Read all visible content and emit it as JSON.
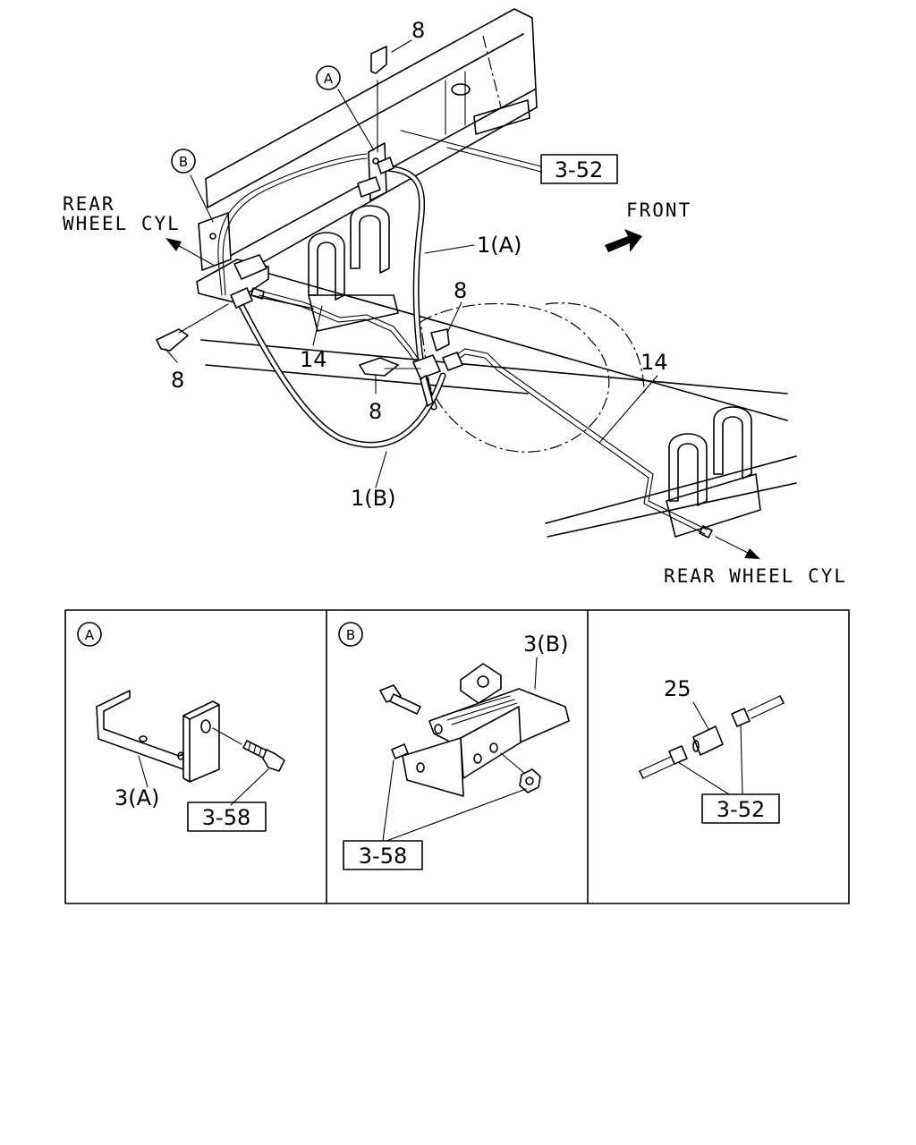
{
  "labels": {
    "callout_a": "A",
    "callout_b": "B",
    "part_8_top": "8",
    "part_8_mid": "8",
    "part_8_left": "8",
    "part_8_center": "8",
    "part_1a": "1(A)",
    "part_1b": "1(B)",
    "part_14_left": "14",
    "part_14_right": "14",
    "ref_3_52_main": "3-52",
    "rear_wheel_cyl_left_1": "REAR",
    "rear_wheel_cyl_left_2": "WHEEL CYL",
    "rear_wheel_cyl_right": "REAR WHEEL CYL",
    "front": "FRONT"
  },
  "panels": [
    {
      "callout": "A",
      "part": "3(A)",
      "ref": "3-58"
    },
    {
      "callout": "B",
      "part": "3(B)",
      "ref": "3-58"
    },
    {
      "callout": "",
      "part": "25",
      "ref": "3-52"
    }
  ],
  "colors": {
    "line": "#000000",
    "background": "#ffffff"
  }
}
